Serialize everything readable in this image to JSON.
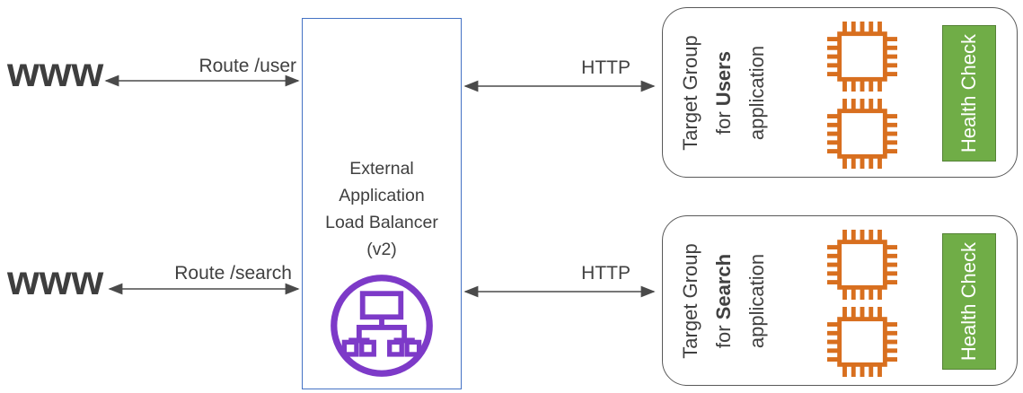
{
  "clients": [
    {
      "label": "www"
    },
    {
      "label": "www"
    }
  ],
  "connections": {
    "routes": [
      {
        "label": "Route /user"
      },
      {
        "label": "Route /search"
      }
    ],
    "http": [
      {
        "label": "HTTP"
      },
      {
        "label": "HTTP"
      }
    ]
  },
  "load_balancer": {
    "title_lines": [
      "External",
      "Application",
      "Load Balancer",
      "(v2)"
    ],
    "icon": "elastic-load-balancer-icon"
  },
  "target_groups": [
    {
      "name_line1": "Target Group",
      "name_line2_prefix": "for ",
      "name_line2_bold": "Users",
      "name_line3": "application",
      "health_check_label": "Health Check",
      "instance_count": 2
    },
    {
      "name_line1": "Target Group",
      "name_line2_prefix": "for ",
      "name_line2_bold": "Search",
      "name_line3": "application",
      "health_check_label": "Health Check",
      "instance_count": 2
    }
  ],
  "colors": {
    "load_balancer_border": "#4472C4",
    "load_balancer_icon": "#7D3AC8",
    "instance_icon": "#D86F1F",
    "health_check_fill": "#70AD47",
    "health_check_border": "#548235",
    "group_border": "#595959",
    "arrow": "#4A4A4A",
    "text": "#3F3F3F"
  }
}
